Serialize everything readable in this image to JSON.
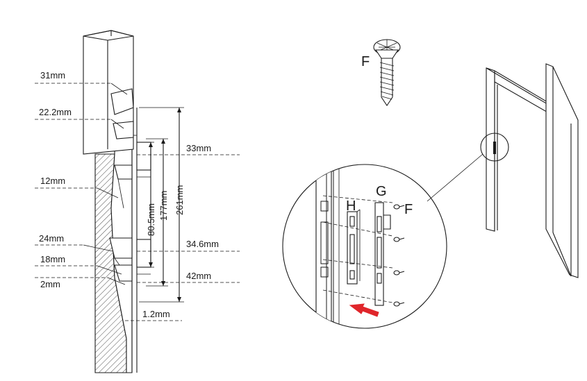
{
  "dimensions": {
    "d31": "31mm",
    "d22": "22.2mm",
    "d12": "12mm",
    "d24": "24mm",
    "d18": "18mm",
    "d2": "2mm",
    "d33": "33mm",
    "d34_6": "34.6mm",
    "d42": "42mm",
    "d1_2": "1.2mm",
    "v80_5": "80.5mm",
    "v177": "177mm",
    "v261": "261mm"
  },
  "labels": {
    "screw": "F",
    "strike_plate": "G",
    "box_keeper": "H",
    "screw_detail": "F"
  },
  "colors": {
    "line": "#1a1a1a",
    "arrow": "#e0262b"
  }
}
